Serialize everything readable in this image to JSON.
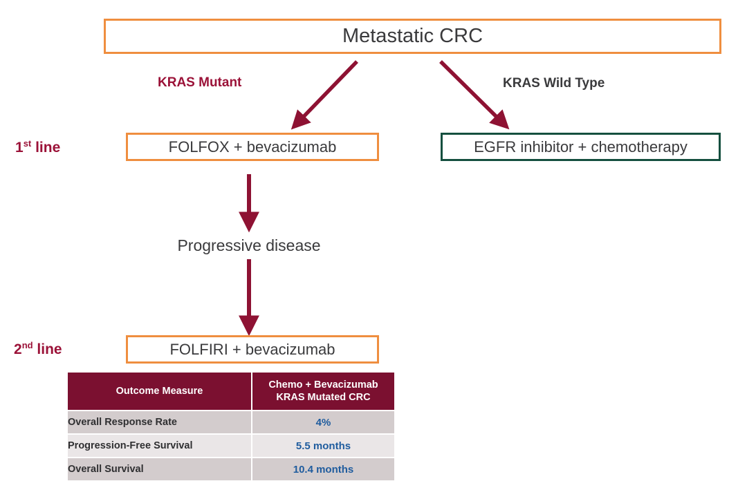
{
  "diagram": {
    "title_node": "Metastatic CRC",
    "branches": [
      {
        "label": "KRAS Mutant",
        "color": "#9B1238"
      },
      {
        "label": "KRAS Wild Type",
        "color": "#3a3a3c"
      }
    ],
    "line_labels": {
      "first": {
        "number": "1",
        "ordinal": "st",
        "text": " line"
      },
      "second": {
        "number": "2",
        "ordinal": "nd",
        "text": " line"
      }
    },
    "nodes": {
      "folfox": "FOLFOX + bevacizumab",
      "egfr": "EGFR inhibitor + chemotherapy",
      "progressive": "Progressive disease",
      "folfiri": "FOLFIRI + bevacizumab"
    },
    "colors": {
      "box_orange": "#ef8e3f",
      "box_green": "#154F3F",
      "arrow": "#8E1233",
      "table_header": "#7B1030",
      "table_value": "#1F5C9E",
      "row_shade_a": "#D3CCCD",
      "row_shade_b": "#EAE6E7"
    }
  },
  "table": {
    "headers": [
      "Outcome Measure",
      "Chemo + Bevacizumab",
      "KRAS Mutated CRC"
    ],
    "header_measure": "Outcome Measure",
    "header_value_line1": "Chemo + Bevacizumab",
    "header_value_line2": "KRAS Mutated CRC",
    "rows": [
      {
        "measure": "Overall Response Rate",
        "value": "4%"
      },
      {
        "measure": "Progression-Free Survival",
        "value": "5.5 months"
      },
      {
        "measure": "Overall Survival",
        "value": "10.4 months"
      }
    ]
  }
}
